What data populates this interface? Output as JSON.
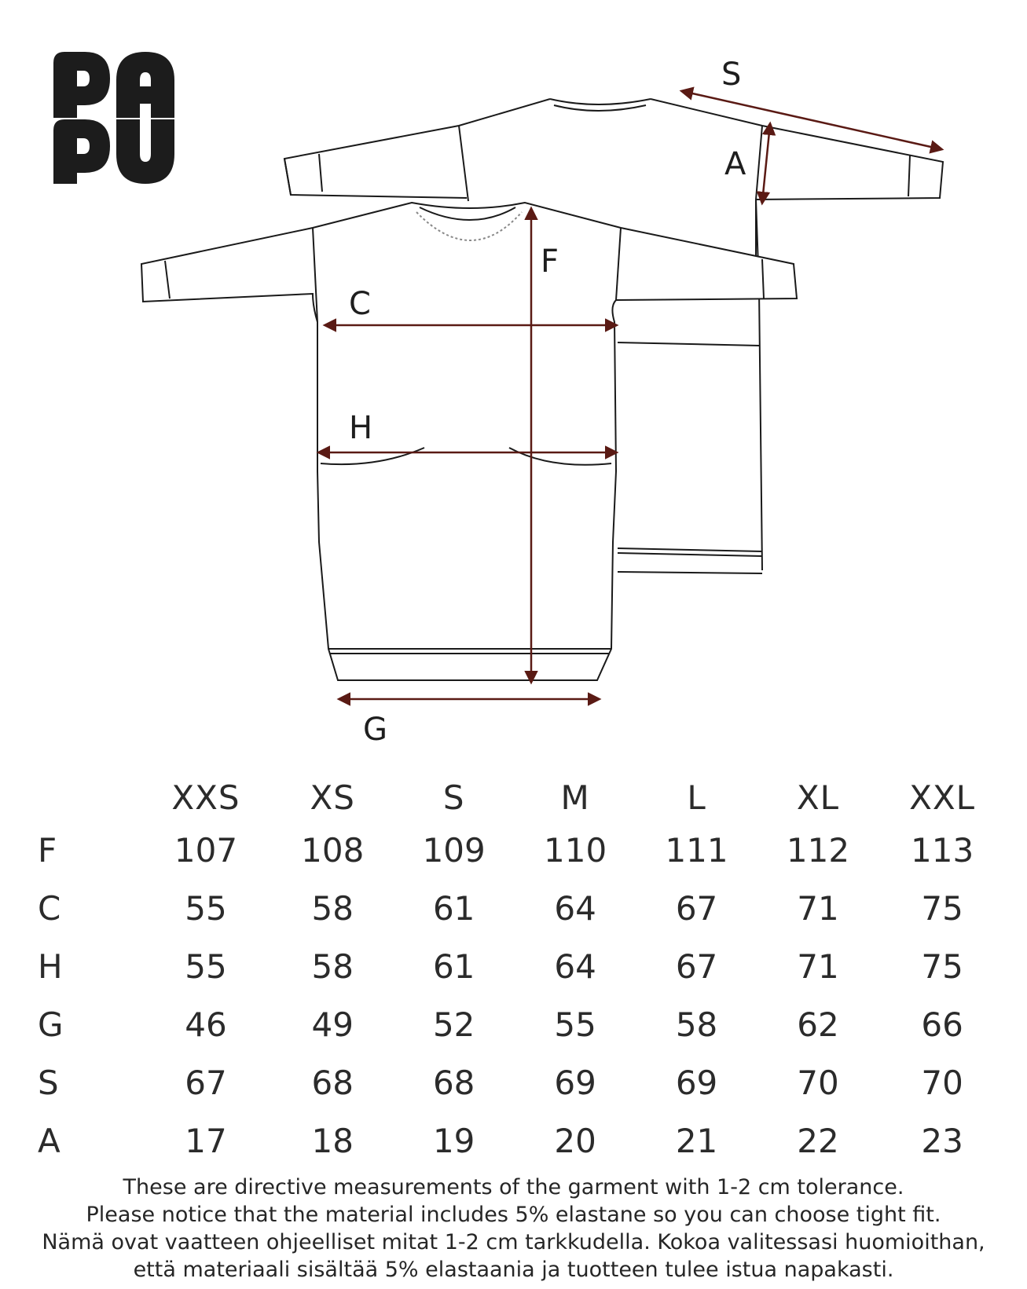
{
  "labels": {
    "S": "S",
    "A": "A",
    "F": "F",
    "C": "C",
    "H": "H",
    "G": "G"
  },
  "table": {
    "sizes": [
      "XXS",
      "XS",
      "S",
      "M",
      "L",
      "XL",
      "XXL"
    ],
    "rows": [
      {
        "key": "F",
        "values": [
          "107",
          "108",
          "109",
          "110",
          "111",
          "112",
          "113"
        ]
      },
      {
        "key": "C",
        "values": [
          "55",
          "58",
          "61",
          "64",
          "67",
          "71",
          "75"
        ]
      },
      {
        "key": "H",
        "values": [
          "55",
          "58",
          "61",
          "64",
          "67",
          "71",
          "75"
        ]
      },
      {
        "key": "G",
        "values": [
          "46",
          "49",
          "52",
          "55",
          "58",
          "62",
          "66"
        ]
      },
      {
        "key": "S",
        "values": [
          "67",
          "68",
          "68",
          "69",
          "69",
          "70",
          "70"
        ]
      },
      {
        "key": "A",
        "values": [
          "17",
          "18",
          "19",
          "20",
          "21",
          "22",
          "23"
        ]
      }
    ]
  },
  "notes": [
    "These are directive measurements of the garment with 1-2 cm tolerance.",
    "Please notice that the material includes 5% elastane so you can choose tight fit.",
    "Nämä ovat vaatteen ohjeelliset mitat 1-2 cm tarkkudella. Kokoa valitessasi huomioithan,",
    "että materiaali sisältää 5% elastaania  ja tuotteen tulee istua napakasti."
  ],
  "colors": {
    "line": "#1a1a1a",
    "measure": "#5a1a14",
    "logo": "#1c1c1c"
  }
}
